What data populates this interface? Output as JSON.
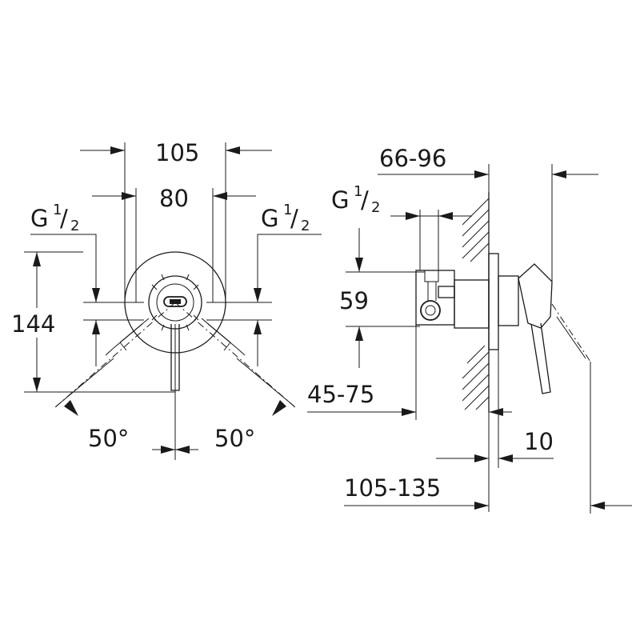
{
  "colors": {
    "ink": "#1a1a1a",
    "background": "#ffffff"
  },
  "front_view": {
    "width_outer": "105",
    "width_inner": "80",
    "height_total": "144",
    "thread_left": {
      "letter": "G",
      "fraction_num": "1",
      "slash": "/",
      "fraction_den": "2"
    },
    "thread_right": {
      "letter": "G",
      "fraction_num": "1",
      "slash": "/",
      "fraction_den": "2"
    },
    "angle_left": "50°",
    "angle_right": "50°"
  },
  "side_view": {
    "depth_range": "66-96",
    "thread": {
      "letter": "G",
      "fraction_num": "1",
      "slash": "/",
      "fraction_den": "2"
    },
    "height_center": "59",
    "offset_range": "45-75",
    "plate": "10",
    "total_range": "105-135"
  }
}
